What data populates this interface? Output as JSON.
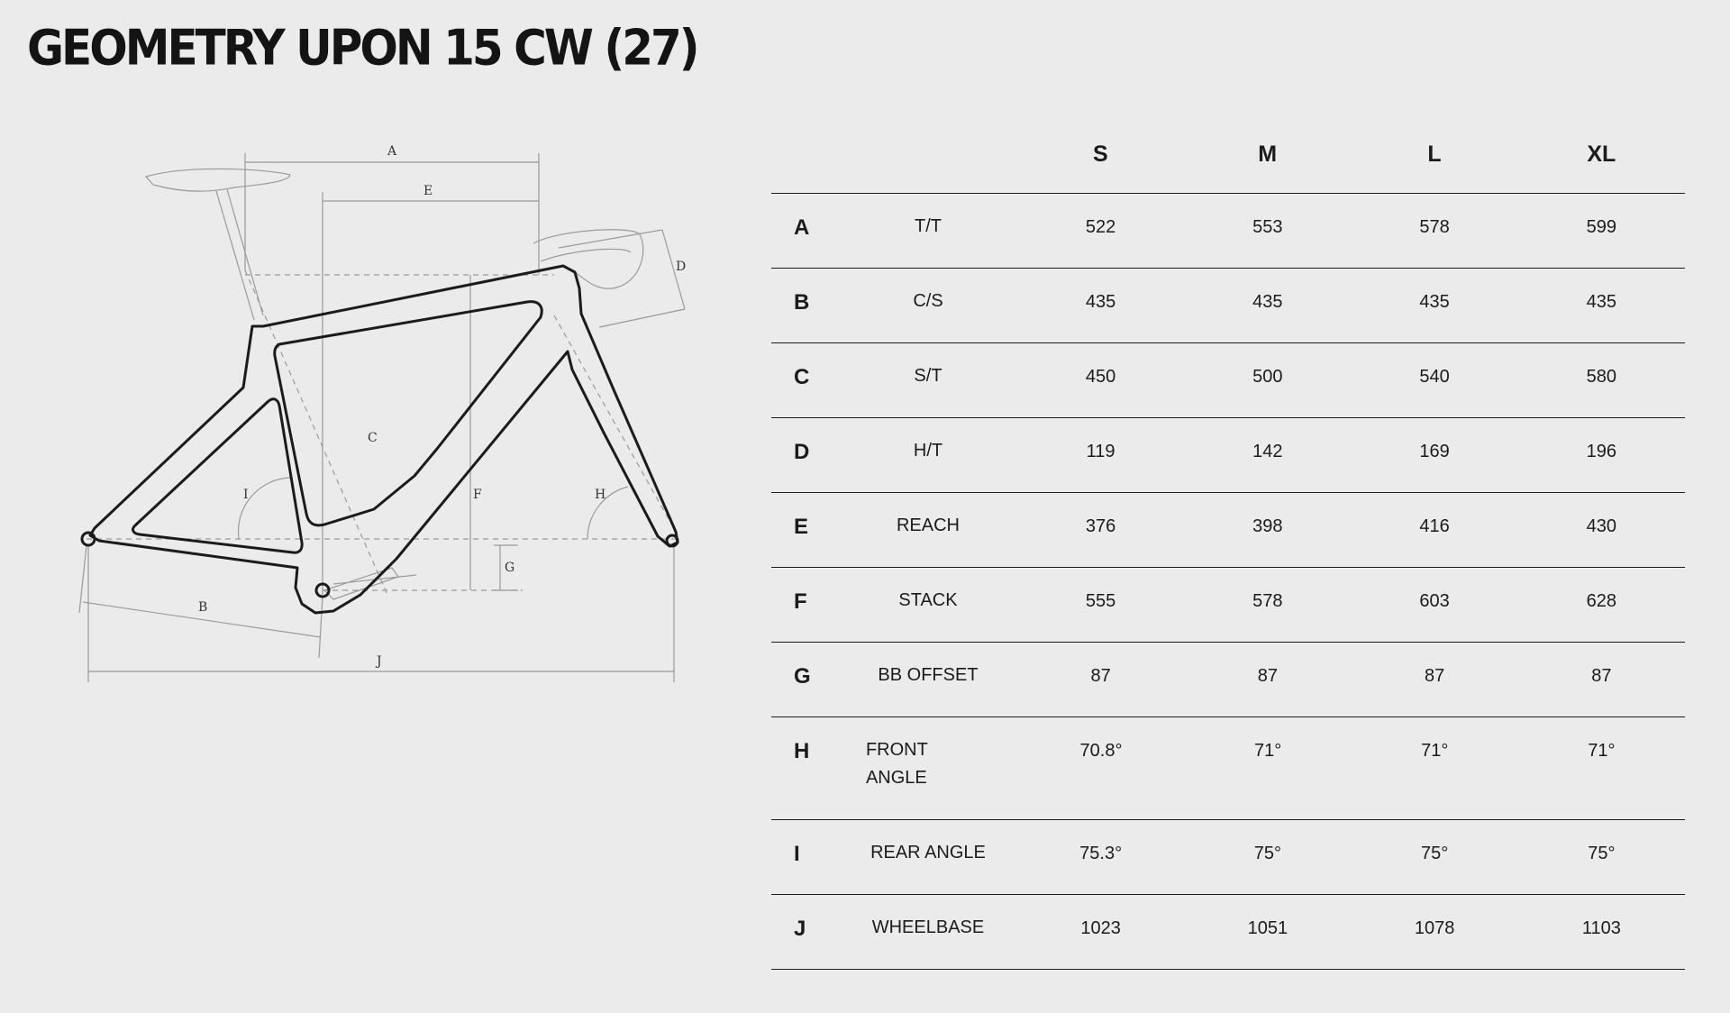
{
  "page": {
    "title": "GEOMETRY UPON 15 CW (27)"
  },
  "diagram": {
    "labels": {
      "A": "A",
      "B": "B",
      "C": "C",
      "D": "D",
      "E": "E",
      "F": "F",
      "G": "G",
      "H": "H",
      "I": "I",
      "J": "J"
    },
    "colors": {
      "frame": "#1b1b1b",
      "guides": "#9a9a9a"
    }
  },
  "table": {
    "sizes": [
      "S",
      "M",
      "L",
      "XL"
    ],
    "rows": [
      {
        "letter": "A",
        "label": "T/T",
        "values": [
          "522",
          "553",
          "578",
          "599"
        ]
      },
      {
        "letter": "B",
        "label": "C/S",
        "values": [
          "435",
          "435",
          "435",
          "435"
        ]
      },
      {
        "letter": "C",
        "label": "S/T",
        "values": [
          "450",
          "500",
          "540",
          "580"
        ]
      },
      {
        "letter": "D",
        "label": "H/T",
        "values": [
          "119",
          "142",
          "169",
          "196"
        ]
      },
      {
        "letter": "E",
        "label": "REACH",
        "values": [
          "376",
          "398",
          "416",
          "430"
        ]
      },
      {
        "letter": "F",
        "label": "STACK",
        "values": [
          "555",
          "578",
          "603",
          "628"
        ]
      },
      {
        "letter": "G",
        "label": "BB OFFSET",
        "values": [
          "87",
          "87",
          "87",
          "87"
        ]
      },
      {
        "letter": "H",
        "label": "FRONT\nANGLE",
        "values": [
          "70.8°",
          "71°",
          "71°",
          "71°"
        ]
      },
      {
        "letter": "I",
        "label": "REAR ANGLE",
        "values": [
          "75.3°",
          "75°",
          "75°",
          "75°"
        ]
      },
      {
        "letter": "J",
        "label": "WHEELBASE",
        "values": [
          "1023",
          "1051",
          "1078",
          "1103"
        ]
      }
    ]
  }
}
